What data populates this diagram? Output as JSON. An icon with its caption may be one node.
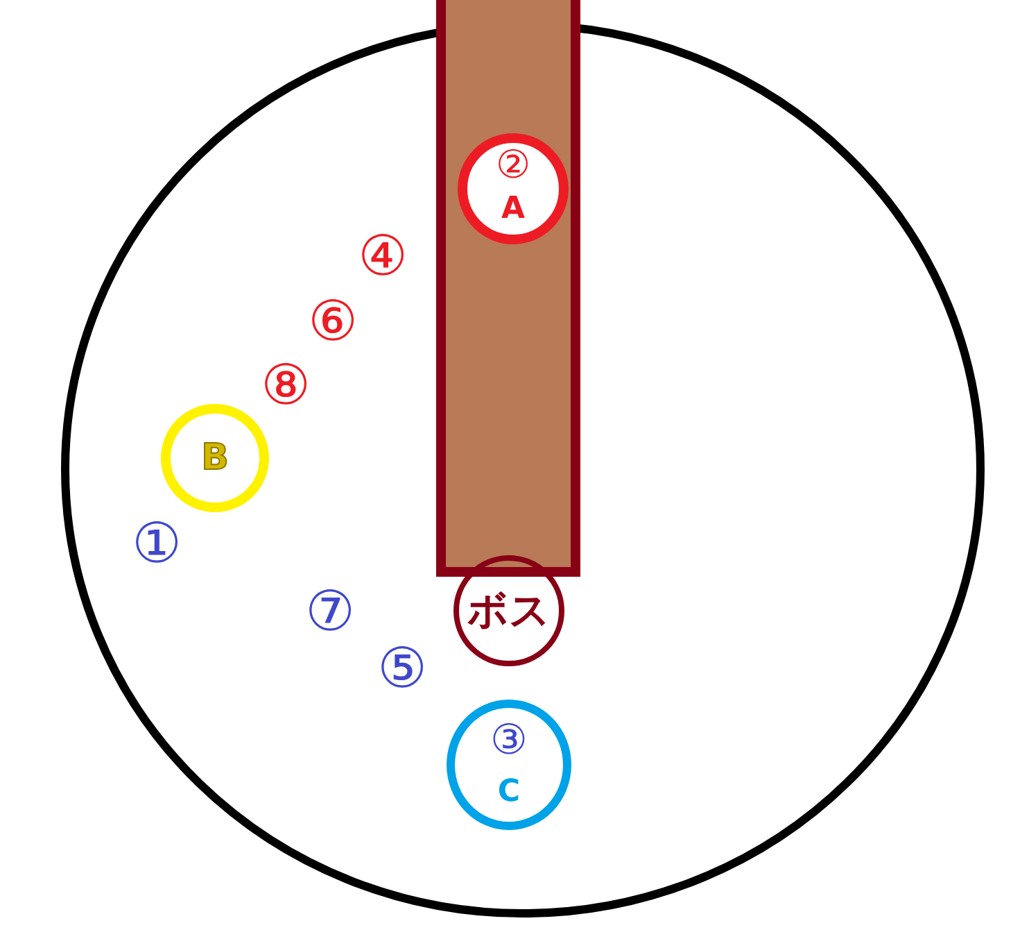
{
  "diagram": {
    "nodes": [
      {
        "text": [
          "A"
        ]
      },
      {
        "text": [
          "B"
        ]
      },
      {
        "text": [
          "ボス"
        ]
      },
      {
        "text": [
          "C"
        ]
      }
    ],
    "labels": [
      "②",
      "④",
      "⑥",
      "⑧",
      "①",
      "⑦",
      "⑤",
      "③"
    ]
  }
}
